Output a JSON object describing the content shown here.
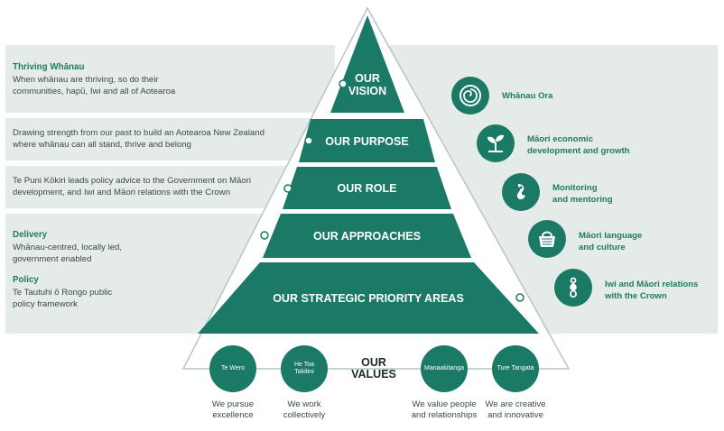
{
  "pyramid": {
    "tiers": [
      {
        "label": "OUR\nVISION"
      },
      {
        "label": "OUR PURPOSE"
      },
      {
        "label": "OUR ROLE"
      },
      {
        "label": "OUR APPROACHES"
      },
      {
        "label": "OUR STRATEGIC PRIORITY AREAS"
      }
    ]
  },
  "panels": {
    "vision": {
      "heading": "Thriving Whānau",
      "lines": [
        "When whānau are thriving, so do their",
        "communities, hapū, Iwi and all of Aotearoa"
      ]
    },
    "purpose": {
      "lines": [
        "Drawing strength from our past to build an Aotearoa New Zealand",
        "where whānau can all stand, thrive and belong"
      ]
    },
    "role": {
      "lines": [
        "Te Puni Kōkiri leads policy advice to the Government on Māori",
        "development, and Iwi and Māori relations with the Crown"
      ]
    },
    "approaches": {
      "delivery_heading": "Delivery",
      "delivery_lines": [
        "Whānau-centred, locally led,",
        "government enabled"
      ],
      "policy_heading": "Policy",
      "policy_lines": [
        "Te Tautuhi ō Rongo public",
        "policy framework"
      ]
    }
  },
  "priority_areas": [
    {
      "label_lines": [
        "Whānau Ora"
      ],
      "icon": "spiral-koru-icon"
    },
    {
      "label_lines": [
        "Māori economic",
        "development and growth"
      ],
      "icon": "seedling-icon"
    },
    {
      "label_lines": [
        "Monitoring",
        "and mentoring"
      ],
      "icon": "hook-pendant-icon"
    },
    {
      "label_lines": [
        "Māori language",
        "and culture"
      ],
      "icon": "woven-basket-icon"
    },
    {
      "label_lines": [
        "Iwi and Māori relations",
        "with the Crown"
      ],
      "icon": "greenstone-pendant-icon"
    }
  ],
  "values": {
    "title": "OUR\nVALUES",
    "items": [
      {
        "name": "Te Wero",
        "caption": "We pursue\nexcellence"
      },
      {
        "name": "He Toa\nTakitini",
        "caption": "We work\ncollectively"
      },
      {
        "name": "Manaakitanga",
        "caption": "We value people\nand relationships"
      },
      {
        "name": "Ture Tangata",
        "caption": "We are creative\nand innovative"
      }
    ]
  },
  "colors": {
    "primary": "#1b7a65",
    "panel": "#e4ebe9",
    "accent_text": "#1e7a66"
  }
}
